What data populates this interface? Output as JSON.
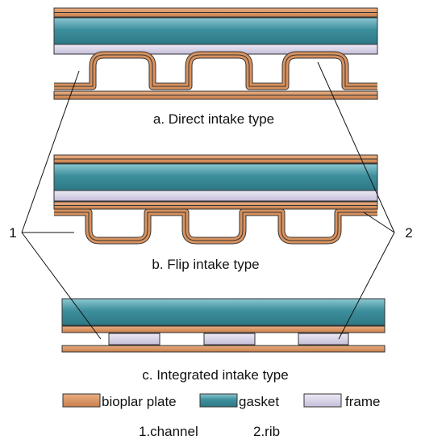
{
  "colors": {
    "plate": "#D9925E",
    "plate_inner": "#F6E1CE",
    "gasket": "#3D8F9D",
    "gasket_light": "#8CC7D0",
    "frame": "#CFC8E0",
    "frame_light": "#EDEAF5",
    "outline": "#333333",
    "line": "#111111"
  },
  "captions": {
    "a": "a. Direct intake type",
    "b": "b. Flip intake type",
    "c": "c. Integrated intake type"
  },
  "callouts": {
    "one": "1",
    "two": "2"
  },
  "legend": {
    "plate": "bioplar plate",
    "gasket": "gasket",
    "frame": "frame",
    "channel": "1.channel",
    "rib": "2.rib"
  }
}
